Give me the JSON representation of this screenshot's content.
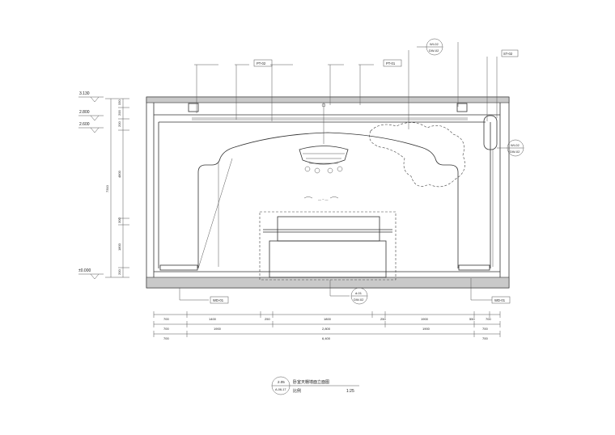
{
  "elevations": [
    {
      "label": "3.130"
    },
    {
      "label": "2.800"
    },
    {
      "label": "2.600"
    },
    {
      "label": "±0.000"
    }
  ],
  "left_dims": {
    "segments": [
      "330",
      "200",
      "200",
      "4800",
      "300",
      "1800",
      "200"
    ],
    "overall": "7310"
  },
  "tags": {
    "pt02": "PT-02",
    "pt01": "PT-01",
    "st02": "ST-02",
    "wd01_left": "WD-01",
    "wd01_right": "WD-01"
  },
  "bubbles": {
    "top": {
      "num": "WI-02",
      "ref": "DW-02"
    },
    "right": {
      "num": "WI-02",
      "ref": "DW-02"
    },
    "bottom": {
      "num": "d-01",
      "ref": "DW-02"
    }
  },
  "bottom_dims": {
    "row1": [
      "700",
      "1400",
      "250",
      "1800",
      "250",
      "1900",
      "550",
      "700"
    ],
    "row2": [
      "700",
      "1900",
      "2,800",
      "1900",
      "700"
    ],
    "row3": [
      "700",
      "6,400",
      "700"
    ]
  },
  "title_block": {
    "sheet": "2.05",
    "ref": "A-06-17",
    "title": "卧室天棚墙面立面图",
    "scale_label": "比例",
    "scale_value": "1:25"
  }
}
